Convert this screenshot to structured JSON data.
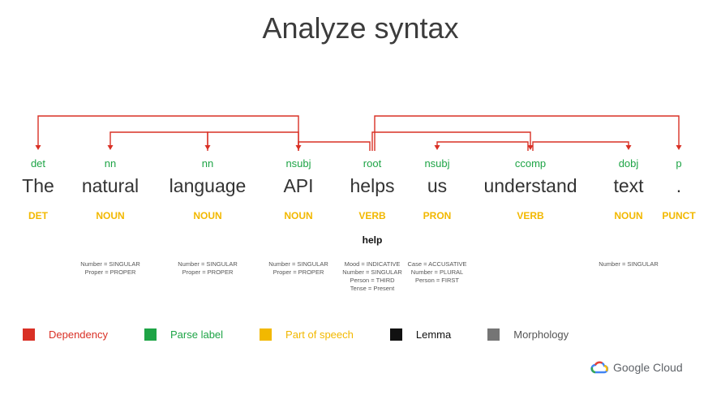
{
  "title": "Analyze syntax",
  "tokens": [
    {
      "word": "The",
      "label": "det",
      "pos": "DET",
      "lemma": "",
      "morph": []
    },
    {
      "word": "natural",
      "label": "nn",
      "pos": "NOUN",
      "lemma": "",
      "morph": [
        "Number = SINGULAR",
        "Proper = PROPER"
      ]
    },
    {
      "word": "language",
      "label": "nn",
      "pos": "NOUN",
      "lemma": "",
      "morph": [
        "Number = SINGULAR",
        "Proper = PROPER"
      ]
    },
    {
      "word": "API",
      "label": "nsubj",
      "pos": "NOUN",
      "lemma": "",
      "morph": [
        "Number = SINGULAR",
        "Proper = PROPER"
      ]
    },
    {
      "word": "helps",
      "label": "root",
      "pos": "VERB",
      "lemma": "help",
      "morph": [
        "Mood = INDICATIVE",
        "Number = SINGULAR",
        "Person = THIRD",
        "Tense = Present"
      ]
    },
    {
      "word": "us",
      "label": "nsubj",
      "pos": "PRON",
      "lemma": "",
      "morph": [
        "Case = ACCUSATIVE",
        "Number = PLURAL",
        "Person = FIRST"
      ]
    },
    {
      "word": "understand",
      "label": "ccomp",
      "pos": "VERB",
      "lemma": "",
      "morph": []
    },
    {
      "word": "text",
      "label": "dobj",
      "pos": "NOUN",
      "lemma": "",
      "morph": [
        "Number = SINGULAR"
      ]
    },
    {
      "word": ".",
      "label": "p",
      "pos": "PUNCT",
      "lemma": "",
      "morph": []
    }
  ],
  "dependencies": [
    {
      "head": 3,
      "dep": 0
    },
    {
      "head": 2,
      "dep": 1
    },
    {
      "head": 3,
      "dep": 2
    },
    {
      "head": 4,
      "dep": 3
    },
    {
      "head": 6,
      "dep": 5
    },
    {
      "head": 4,
      "dep": 6
    },
    {
      "head": 6,
      "dep": 7
    },
    {
      "head": 4,
      "dep": 8
    }
  ],
  "legend": [
    {
      "label": "Dependency",
      "color": "#d93025"
    },
    {
      "label": "Parse label",
      "color": "#1ea446"
    },
    {
      "label": "Part of speech",
      "color": "#f2b800"
    },
    {
      "label": "Lemma",
      "color": "#111111"
    },
    {
      "label": "Morphology",
      "color": "#757575"
    }
  ],
  "colors": {
    "dependency": "#d93025",
    "parse_label": "#1ea446",
    "part_of_speech": "#f2b800"
  },
  "brand": {
    "name": "Google Cloud",
    "icon": "google-cloud-logo-icon"
  }
}
